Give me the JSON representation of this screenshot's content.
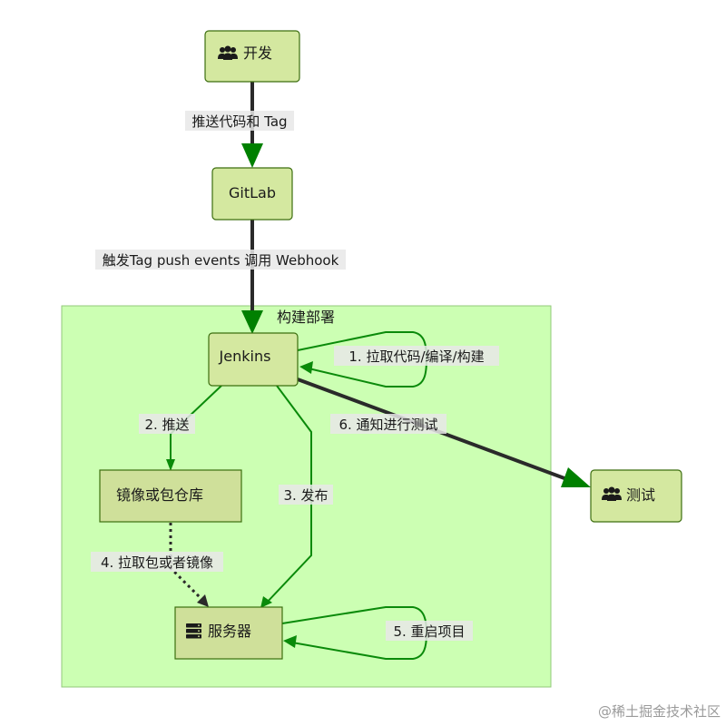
{
  "colors": {
    "node_fill": "#d4e8a0",
    "node_stroke": "#3c6e0f",
    "node_fill_inner": "#cfe09a",
    "cluster_fill": "#ccffb3",
    "cluster_stroke": "#92c97a",
    "edge_dark": "#2a2a2a",
    "edge_green": "#0a8a0a"
  },
  "cluster": {
    "label": "构建部署"
  },
  "nodes": {
    "dev": {
      "label": "开发",
      "icon": "users-icon"
    },
    "gitlab": {
      "label": "GitLab"
    },
    "jenkins": {
      "label": "Jenkins"
    },
    "repo": {
      "label": "镜像或包仓库"
    },
    "server": {
      "label": "服务器",
      "icon": "server-icon"
    },
    "test": {
      "label": "测试",
      "icon": "users-icon"
    }
  },
  "edges": {
    "push_code": "推送代码和 Tag",
    "webhook": "触发Tag push events 调用 Webhook",
    "build": "1. 拉取代码/编译/构建",
    "push": "2. 推送",
    "publish": "3. 发布",
    "pull": "4. 拉取包或者镜像",
    "restart": "5. 重启项目",
    "notify": "6. 通知进行测试"
  },
  "watermark": "@稀土掘金技术社区"
}
